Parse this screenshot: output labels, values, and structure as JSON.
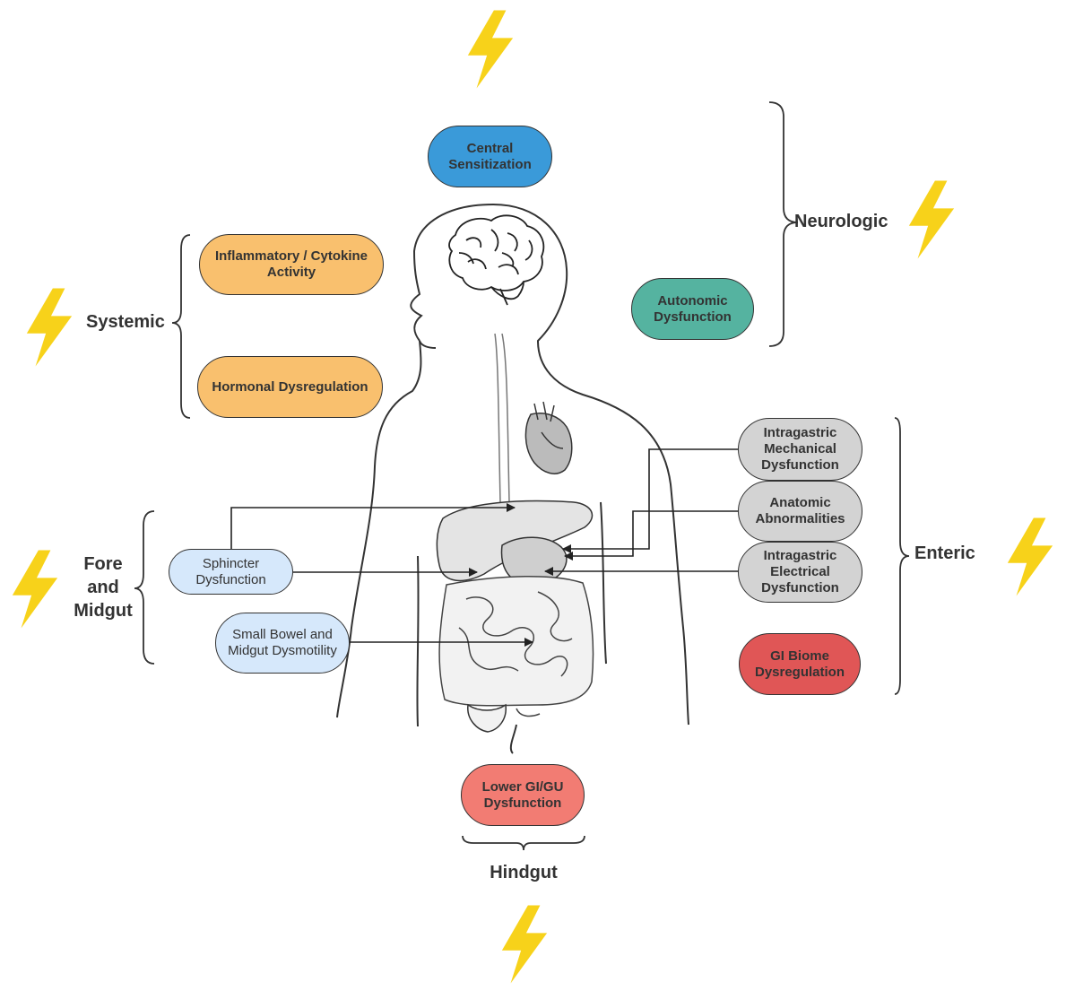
{
  "colors": {
    "central": "#3a9ad9",
    "systemic": "#f9c06e",
    "autonomic": "#55b3a0",
    "foregut": "#d6e8fb",
    "enteric_gray": "#d3d3d3",
    "biome": "#e05656",
    "lower": "#f27c73",
    "lightning": "#f7d21a"
  },
  "boxes": {
    "central": "Central Sensitization",
    "inflammatory": "Inflammatory / Cytokine Activity",
    "hormonal": "Hormonal Dysregulation",
    "autonomic": "Autonomic Dysfunction",
    "sphincter": "Sphincter Dysfunction",
    "small_bowel": "Small Bowel and Midgut Dysmotility",
    "mechanical": "Intragastric Mechanical Dysfunction",
    "anatomic": "Anatomic Abnormalities",
    "electrical": "Intragastric Electrical Dysfunction",
    "biome": "GI Biome Dysregulation",
    "lower": "Lower GI/GU Dysfunction"
  },
  "groups": {
    "neurologic": "Neurologic",
    "systemic": "Systemic",
    "fore_line1": "Fore",
    "fore_line2": "and",
    "fore_line3": "Midgut",
    "enteric": "Enteric",
    "hindgut": "Hindgut"
  },
  "icons": [
    "lightning-bolt-icon",
    "brain-icon",
    "heart-icon",
    "stomach-icon",
    "intestines-icon",
    "bladder-icon",
    "human-silhouette"
  ]
}
